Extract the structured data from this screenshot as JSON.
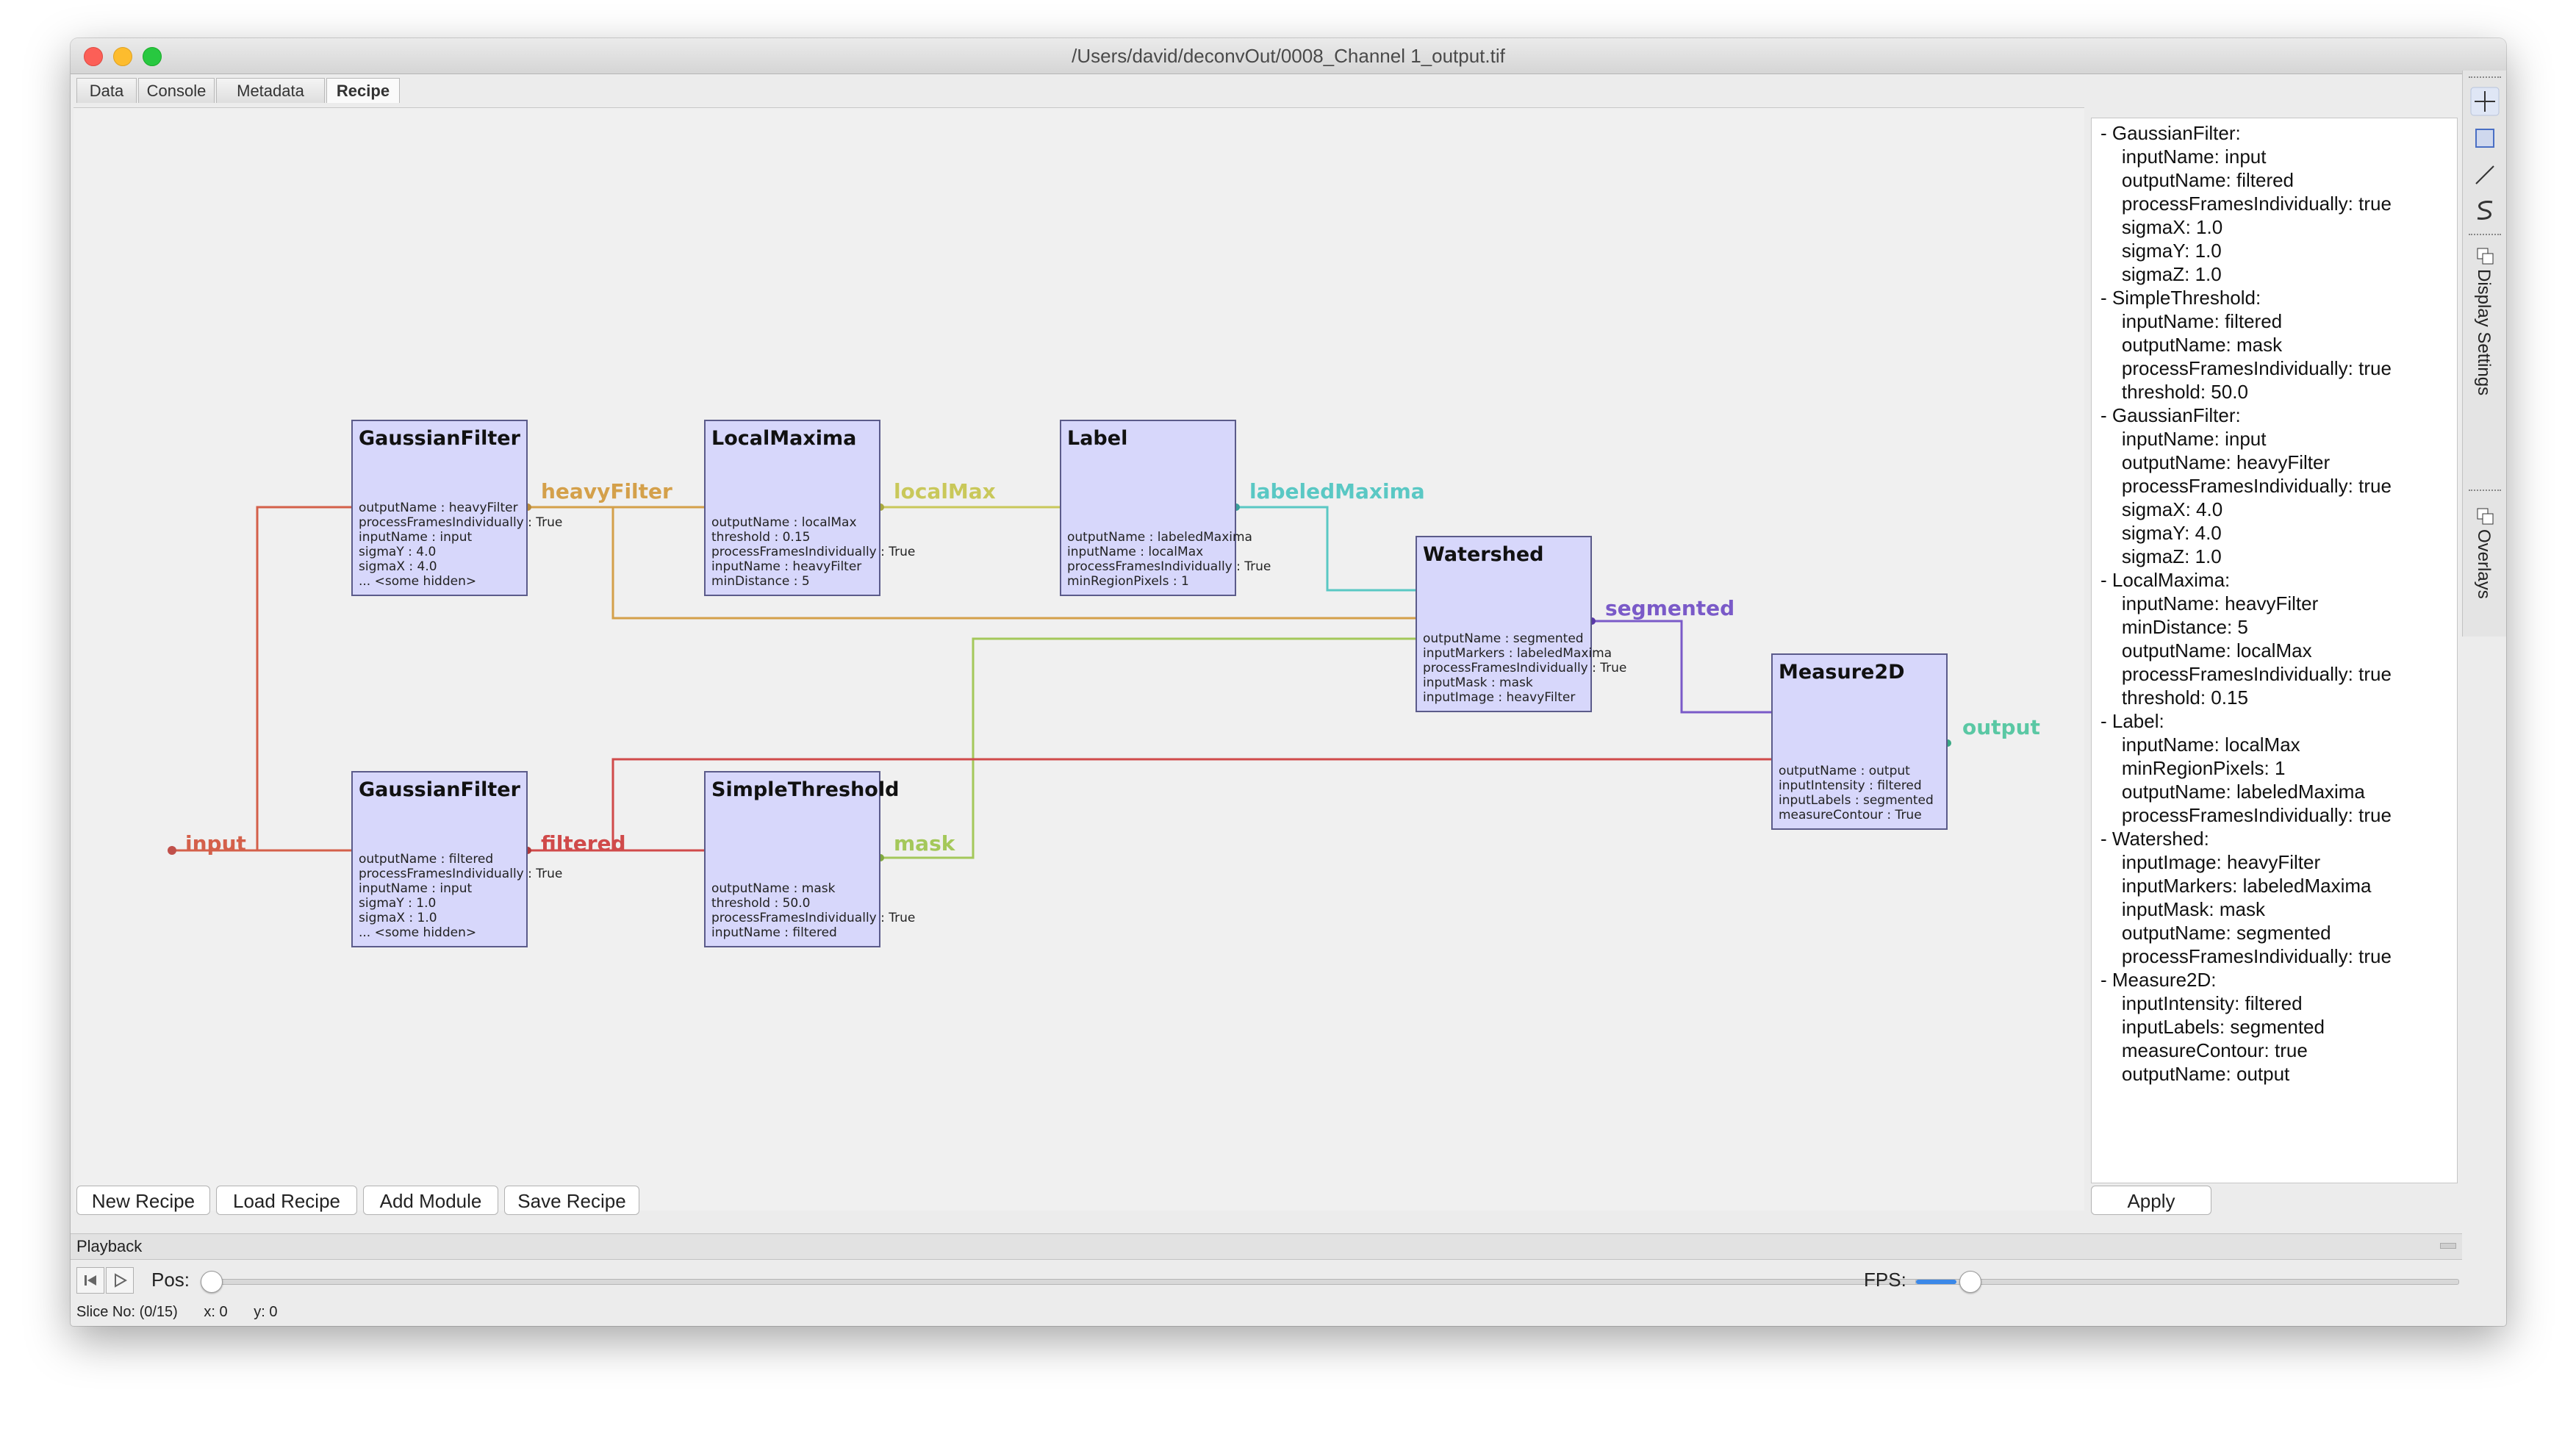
{
  "window": {
    "title": "/Users/david/deconvOut/0008_Channel 1_output.tif"
  },
  "tabs": [
    {
      "label": "Data",
      "active": false
    },
    {
      "label": "Console",
      "active": false
    },
    {
      "label": "Metadata",
      "active": false
    },
    {
      "label": "Recipe",
      "active": true
    }
  ],
  "pipeline": {
    "nodes": {
      "gaussian_heavy": {
        "title": "GaussianFilter",
        "params": [
          "outputName : heavyFilter",
          "processFramesIndividually : True",
          "inputName : input",
          "sigmaY : 4.0",
          "sigmaX : 4.0",
          "... <some hidden>"
        ]
      },
      "local_maxima": {
        "title": "LocalMaxima",
        "params": [
          "outputName : localMax",
          "threshold : 0.15",
          "processFramesIndividually : True",
          "inputName : heavyFilter",
          "minDistance : 5"
        ]
      },
      "label": {
        "title": "Label",
        "params": [
          "outputName : labeledMaxima",
          "inputName : localMax",
          "processFramesIndividually : True",
          "minRegionPixels : 1"
        ]
      },
      "watershed": {
        "title": "Watershed",
        "params": [
          "outputName : segmented",
          "inputMarkers : labeledMaxima",
          "processFramesIndividually : True",
          "inputMask : mask",
          "inputImage : heavyFilter"
        ]
      },
      "measure2d": {
        "title": "Measure2D",
        "params": [
          "outputName : output",
          "inputIntensity : filtered",
          "inputLabels : segmented",
          "measureContour : True"
        ]
      },
      "gaussian_filtered": {
        "title": "GaussianFilter",
        "params": [
          "outputName : filtered",
          "processFramesIndividually : True",
          "inputName : input",
          "sigmaY : 1.0",
          "sigmaX : 1.0",
          "... <some hidden>"
        ]
      },
      "simple_threshold": {
        "title": "SimpleThreshold",
        "params": [
          "outputName : mask",
          "threshold : 50.0",
          "processFramesIndividually : True",
          "inputName : filtered"
        ]
      }
    },
    "edges": {
      "input": {
        "label": "input",
        "color": "#d4604a"
      },
      "heavyFilter": {
        "label": "heavyFilter",
        "color": "#d4a04a"
      },
      "localMax": {
        "label": "localMax",
        "color": "#c9c85a"
      },
      "labeledMaxima": {
        "label": "labeledMaxima",
        "color": "#5ac8c4"
      },
      "segmented": {
        "label": "segmented",
        "color": "#7a5ac8"
      },
      "output": {
        "label": "output",
        "color": "#5ac8a4"
      },
      "filtered": {
        "label": "filtered",
        "color": "#d04a4a"
      },
      "mask": {
        "label": "mask",
        "color": "#a4c85a"
      }
    }
  },
  "buttons": {
    "new_recipe": "New Recipe",
    "load_recipe": "Load Recipe",
    "add_module": "Add Module",
    "save_recipe": "Save Recipe",
    "apply": "Apply"
  },
  "recipe_yaml": [
    "- GaussianFilter:",
    "    inputName: input",
    "    outputName: filtered",
    "    processFramesIndividually: true",
    "    sigmaX: 1.0",
    "    sigmaY: 1.0",
    "    sigmaZ: 1.0",
    "- SimpleThreshold:",
    "    inputName: filtered",
    "    outputName: mask",
    "    processFramesIndividually: true",
    "    threshold: 50.0",
    "- GaussianFilter:",
    "    inputName: input",
    "    outputName: heavyFilter",
    "    processFramesIndividually: true",
    "    sigmaX: 4.0",
    "    sigmaY: 4.0",
    "    sigmaZ: 1.0",
    "- LocalMaxima:",
    "    inputName: heavyFilter",
    "    minDistance: 5",
    "    outputName: localMax",
    "    processFramesIndividually: true",
    "    threshold: 0.15",
    "- Label:",
    "    inputName: localMax",
    "    minRegionPixels: 1",
    "    outputName: labeledMaxima",
    "    processFramesIndividually: true",
    "- Watershed:",
    "    inputImage: heavyFilter",
    "    inputMarkers: labeledMaxima",
    "    inputMask: mask",
    "    outputName: segmented",
    "    processFramesIndividually: true",
    "- Measure2D:",
    "    inputIntensity: filtered",
    "    inputLabels: segmented",
    "    measureContour: true",
    "    outputName: output"
  ],
  "side_tabs": {
    "display_settings": "Display Settings",
    "overlays": "Overlays"
  },
  "tool_icons": [
    "crosshair-icon",
    "rectangle-select-icon",
    "line-tool-icon",
    "curve-tool-icon"
  ],
  "playback": {
    "title": "Playback",
    "pos_label": "Pos:",
    "fps_label": "FPS:",
    "pos_value": 0,
    "fps_fill": 0.02
  },
  "status": {
    "slice": "Slice No: (0/15)",
    "x": "x: 0",
    "y": "y: 0"
  }
}
